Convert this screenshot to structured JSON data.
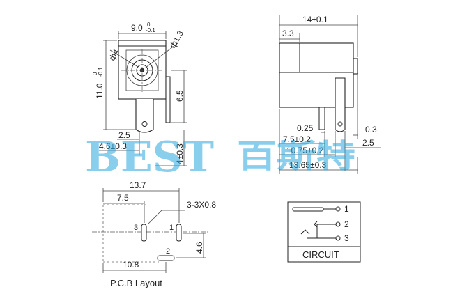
{
  "front_view": {
    "width_main": "9.0",
    "width_tol_upper": "0",
    "width_tol_lower": "-0.1",
    "height_main": "11.0",
    "height_tol_upper": "0",
    "height_tol_lower": "-0.1",
    "hole_outer": "ф4",
    "hole_inner": "ф1.3",
    "dim_6_5": "6.5",
    "dim_2_5": "2.5",
    "dim_4_6": "4.6±0.3",
    "dim_4": "4±0.3"
  },
  "side_view": {
    "total_length": "14±0.1",
    "dim_3_3": "3.3",
    "dim_0_25": "0.25",
    "dim_0_3": "0.3",
    "dim_7_5": "7.5±0.2",
    "dim_2_5": "2.5",
    "dim_10_75": "10.75±0.2",
    "dim_13_65": "13.65±0.3"
  },
  "pcb": {
    "dim_13_7": "13.7",
    "dim_7_5": "7.5",
    "hole_spec": "3-3X0.8",
    "pin3": "3",
    "pin1": "1",
    "pin2": "2",
    "dim_4_6": "4.6",
    "dim_10_8": "10.8",
    "caption": "P.C.B Layout"
  },
  "circuit": {
    "pin1": "1",
    "pin2": "2",
    "pin3": "3",
    "caption": "CIRCUIT"
  },
  "watermark": {
    "latin": "BEST",
    "chinese": "百斯特"
  }
}
